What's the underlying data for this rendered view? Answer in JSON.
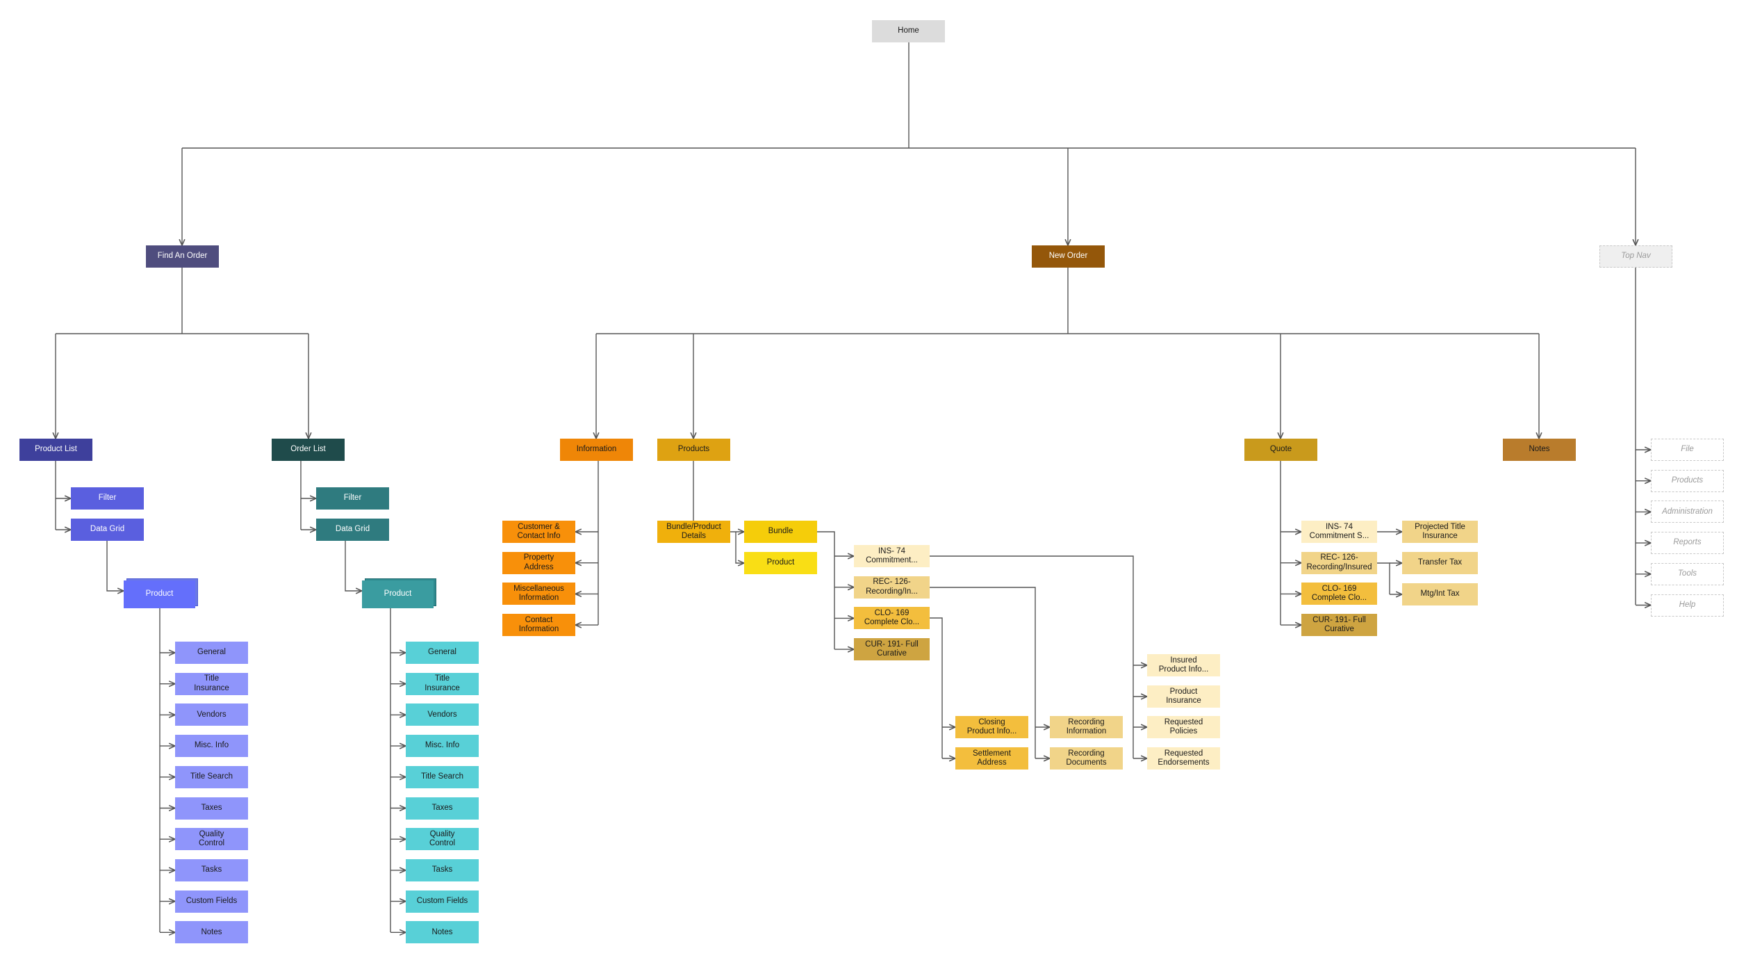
{
  "colors": {
    "home": "#dcdcdc",
    "find": "#4f4d7e",
    "new_order": "#94570a",
    "top_nav": "#efefef",
    "product_list": "#3e409c",
    "order_list": "#1f4b4b",
    "filter_purple": "#5a5fdf",
    "product_purple": "#646ffb",
    "child_purple": "#8f95fb",
    "filter_teal": "#2f7b7f",
    "product_teal": "#3a9ca0",
    "child_teal": "#58d0d7",
    "information": "#ef8607",
    "info_child": "#f8900a",
    "products": "#dea212",
    "bundle_details": "#f0b00c",
    "bundle": "#f5cd0a",
    "product_yellow": "#f9de15",
    "pale": "#fdeec4",
    "mid": "#f1d489",
    "gold": "#f3be3d",
    "brown": "#cea441",
    "quote": "#c99a1c",
    "notes": "#b97c2c",
    "line": "#555555"
  },
  "home": "Home",
  "find_order": "Find An Order",
  "new_order": "New Order",
  "top_nav": "Top Nav",
  "product_list": "Product List",
  "order_list": "Order List",
  "filter": "Filter",
  "data_grid": "Data Grid",
  "product": "Product",
  "product_children": [
    "General",
    "Title\nInsurance",
    "Vendors",
    "Misc. Info",
    "Title Search",
    "Taxes",
    "Quality\nControl",
    "Tasks",
    "Custom Fields",
    "Notes"
  ],
  "information": "Information",
  "information_children": [
    "Customer &\nContact Info",
    "Property\nAddress",
    "Miscellaneous\nInformation",
    "Contact\nInformation"
  ],
  "products": "Products",
  "bundle_product_details": "Bundle/Product\nDetails",
  "bundle": "Bundle",
  "product_item": "Product",
  "bundle_children": [
    "INS- 74\nCommitment...",
    "REC- 126-\nRecording/In...",
    "CLO- 169\nComplete Clo...",
    "CUR- 191- Full\nCurative"
  ],
  "closing_product_info": "Closing\nProduct Info...",
  "settlement_address": "Settlement\nAddress",
  "recording_information": "Recording\nInformation",
  "recording_documents": "Recording\nDocuments",
  "insured_product_info": "Insured\nProduct Info...",
  "product_insurance": "Product\nInsurance",
  "requested_policies": "Requested\nPolicies",
  "requested_endorsements": "Requested\nEndorsements",
  "quote": "Quote",
  "quote_children": [
    "INS- 74\nCommitment S...",
    "REC- 126-\nRecording/Insured",
    "CLO-  169\nComplete Clo...",
    "CUR- 191- Full\nCurative"
  ],
  "projected_title_insurance": "Projected Title\nInsurance",
  "transfer_tax": "Transfer Tax",
  "mtg_int_tax": "Mtg/Int Tax",
  "notes": "Notes",
  "top_nav_items": [
    "File",
    "Products",
    "Administration",
    "Reports",
    "Tools",
    "Help"
  ]
}
